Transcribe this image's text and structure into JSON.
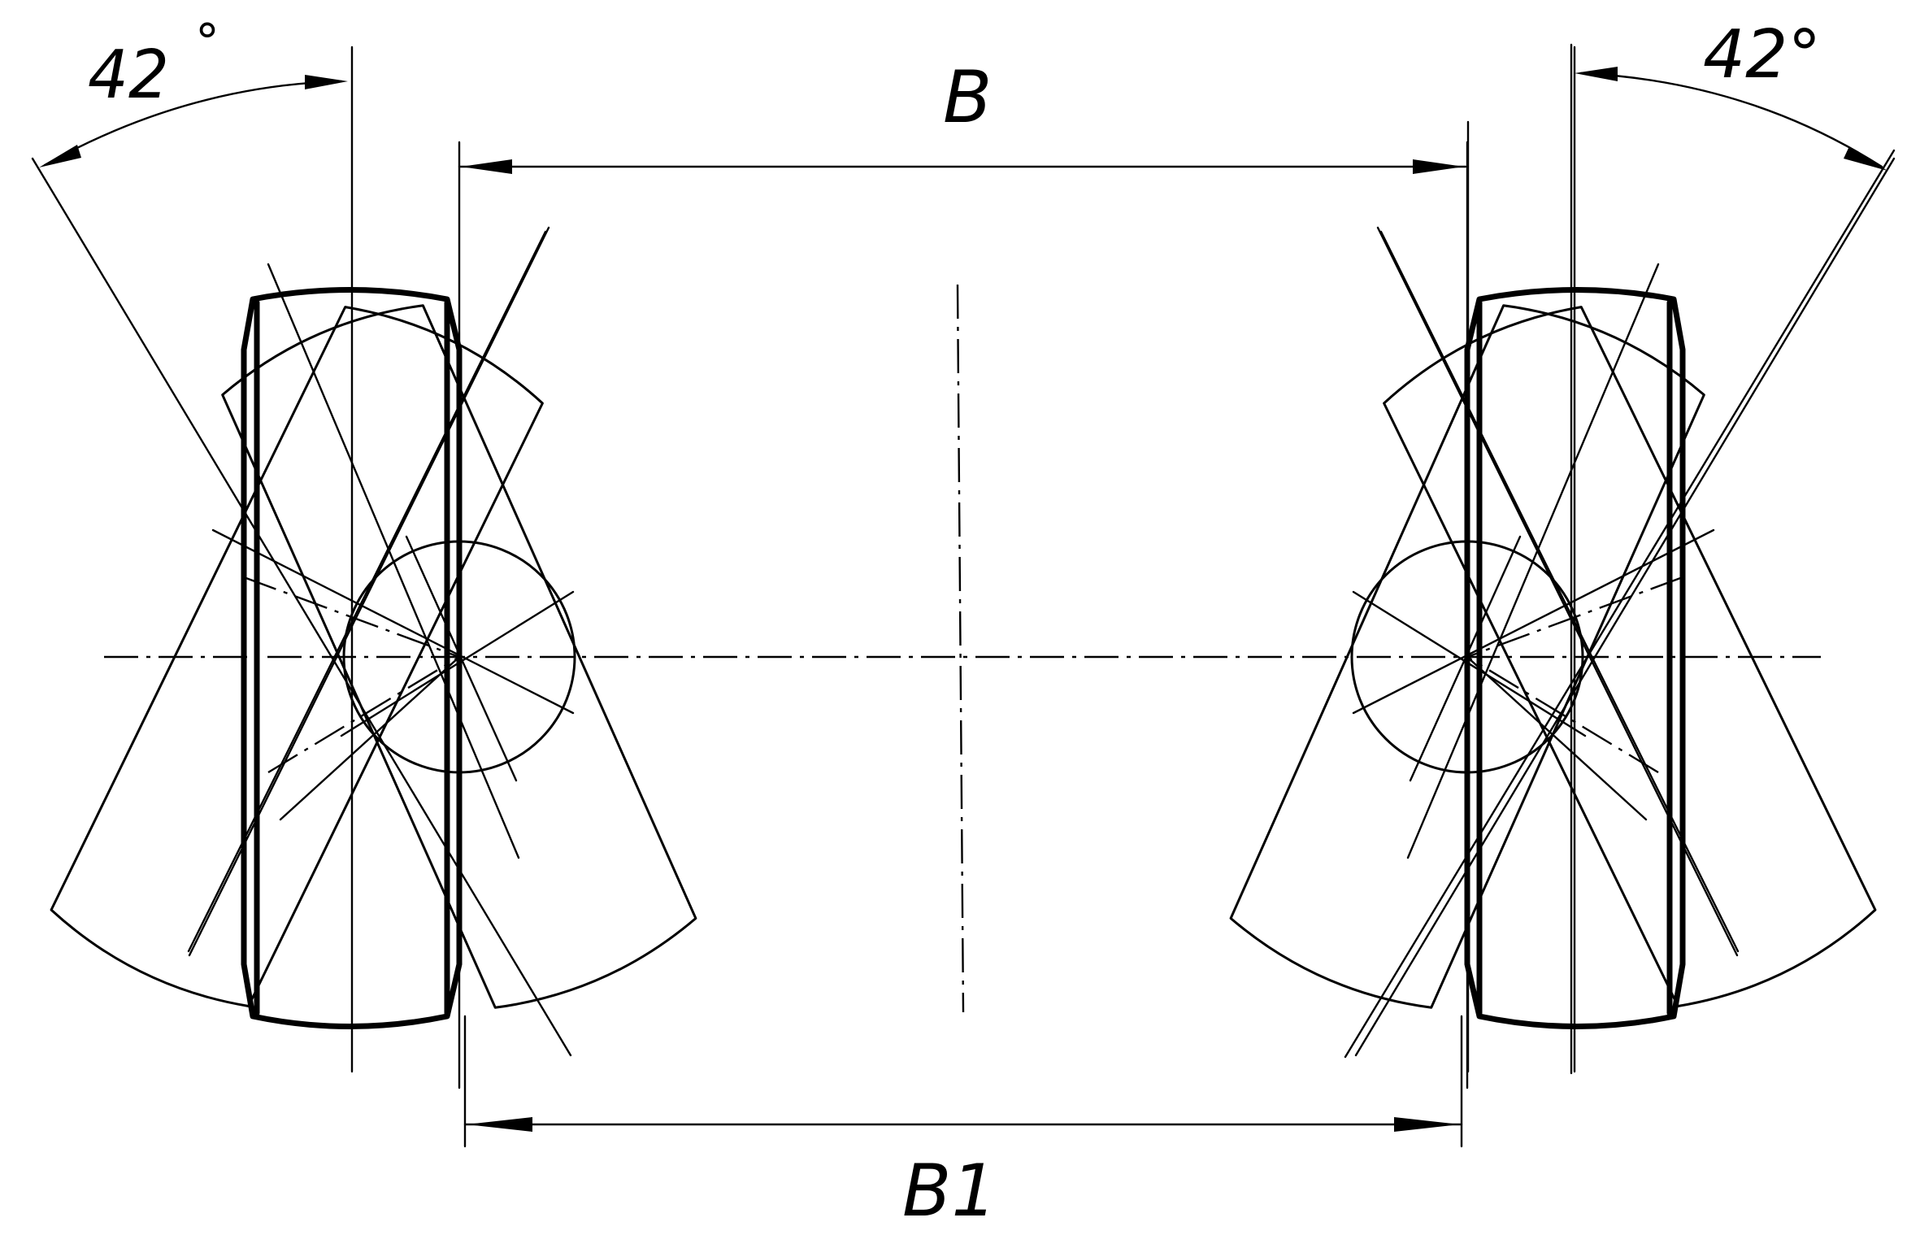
{
  "labels": {
    "angle_left": "42",
    "angle_left_degree": "°",
    "angle_right": "42°",
    "dim_top": "B",
    "dim_bottom": "B1"
  },
  "colors": {
    "ink": "#000000",
    "background": "#ffffff"
  }
}
